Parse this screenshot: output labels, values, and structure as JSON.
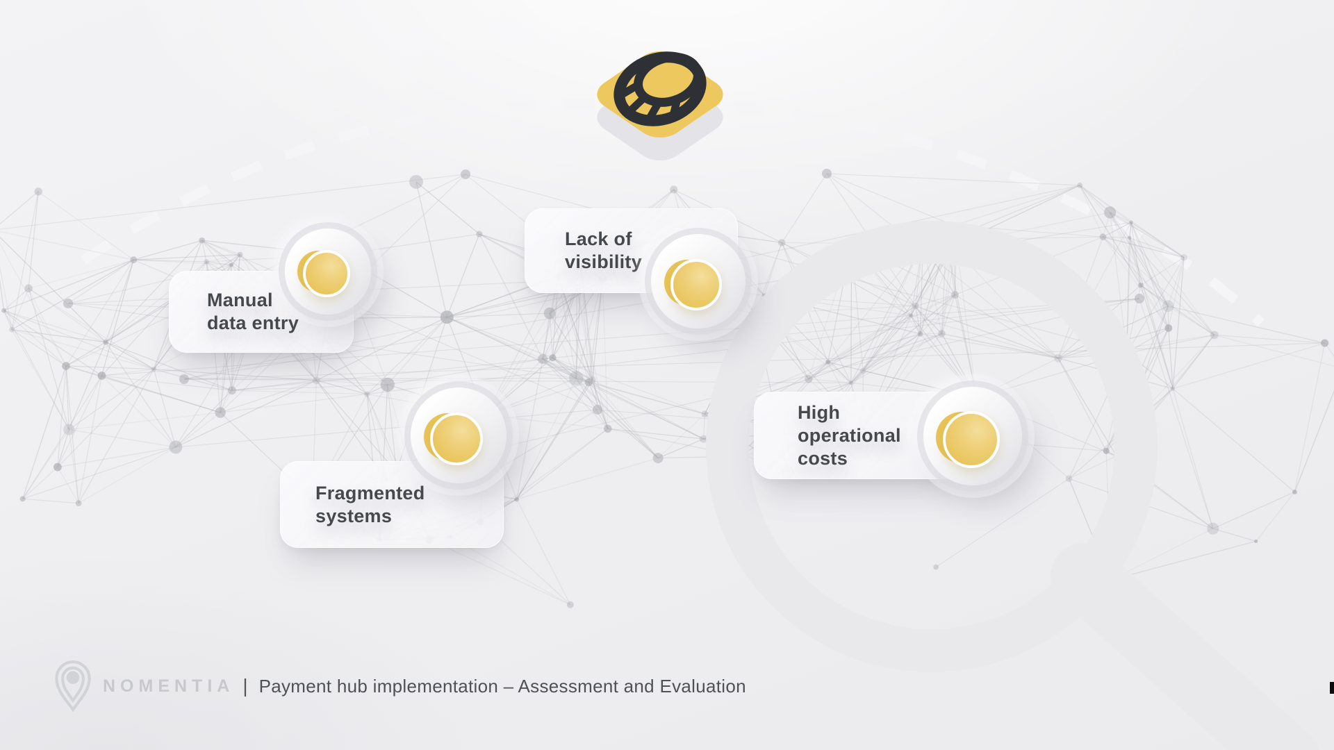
{
  "slide": {
    "cards": [
      {
        "id": "manual-data-entry",
        "line1": "Manual",
        "line2": "data entry",
        "line3": ""
      },
      {
        "id": "lack-of-visibility",
        "line1": "Lack of",
        "line2": "visibility",
        "line3": ""
      },
      {
        "id": "fragmented-systems",
        "line1": "Fragmented",
        "line2": "systems",
        "line3": ""
      },
      {
        "id": "high-operational-costs",
        "line1": "High",
        "line2": "operational",
        "line3": "costs"
      }
    ],
    "icons": {
      "top_icon": "coin-icon",
      "badge_icon": "yellow-dot",
      "background_motifs": [
        "dashed-route-arc",
        "network-mesh",
        "magnifier"
      ]
    },
    "footer": {
      "logo": "nomentia-pin-logo",
      "brand": "NOMENTIA",
      "separator": "|",
      "title": "Payment hub implementation – Assessment and Evaluation"
    },
    "colors": {
      "accent_yellow": "#ecc85e",
      "icon_dark": "#2d3135",
      "card_text": "#45484d",
      "brand_gray": "#c8c9cc",
      "title_gray": "#4e5155",
      "mesh_gray": "#a9aaaf",
      "magnifier_gray": "#e9e9ec",
      "dash_light": "#f5f5f7"
    }
  }
}
